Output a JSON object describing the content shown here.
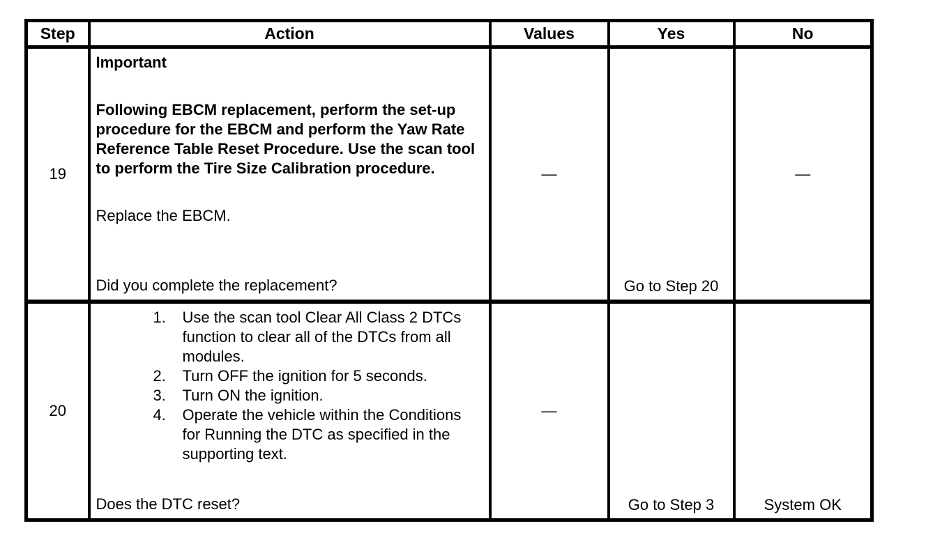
{
  "colors": {
    "background": "#ffffff",
    "text": "#000000",
    "border": "#000000"
  },
  "table": {
    "headers": [
      "Step",
      "Action",
      "Values",
      "Yes",
      "No"
    ],
    "rows": [
      {
        "step": "19",
        "action": {
          "important_label": "Important",
          "important_text": "Following EBCM replacement, perform the set-up procedure for the EBCM and perform the Yaw Rate Reference Table Reset Procedure. Use the scan tool to perform the Tire Size Calibration procedure.",
          "instruction": "Replace the EBCM.",
          "question": "Did you complete the replacement?"
        },
        "values": "—",
        "yes": "Go to Step 20",
        "no": "—"
      },
      {
        "step": "20",
        "action": {
          "steps": [
            {
              "num": "1.",
              "text": "Use the scan tool Clear All Class 2 DTCs function to clear all of the DTCs from all modules."
            },
            {
              "num": "2.",
              "text": "Turn OFF the ignition for 5 seconds."
            },
            {
              "num": "3.",
              "text": "Turn ON the ignition."
            },
            {
              "num": "4.",
              "text": "Operate the vehicle within the Conditions for Running the DTC as specified in the supporting text."
            }
          ],
          "question": "Does the DTC reset?"
        },
        "values": "—",
        "yes": "Go to Step 3",
        "no": "System OK"
      }
    ]
  }
}
